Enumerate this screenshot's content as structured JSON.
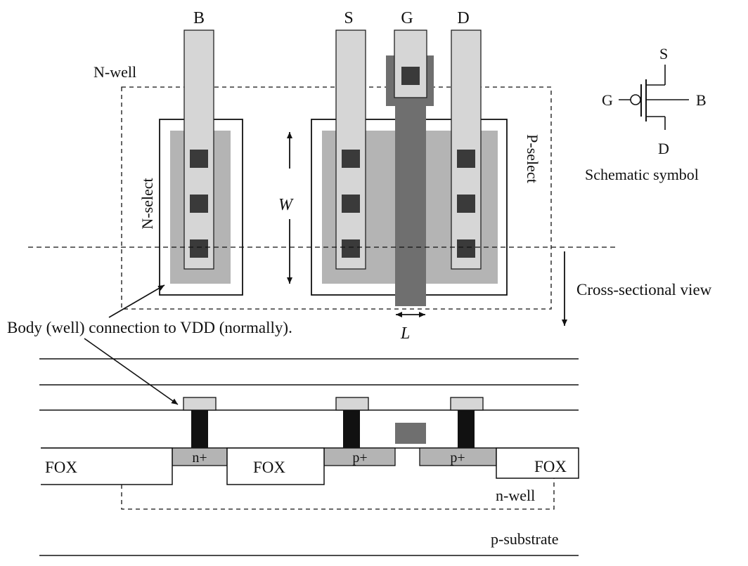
{
  "labels": {
    "nwell_top": "N-well",
    "n_select": "N-select",
    "p_select": "P-select",
    "B": "B",
    "S": "S",
    "G": "G",
    "D": "D",
    "W": "W",
    "L": "L",
    "cross_section": "Cross-sectional view",
    "body_connection": "Body (well) connection to VDD (normally).",
    "fox": "FOX",
    "n_plus": "n+",
    "p_plus": "p+",
    "n_well_bottom": "n-well",
    "p_substrate": "p-substrate"
  },
  "schematic": {
    "S": "S",
    "G": "G",
    "B": "B",
    "D": "D",
    "caption": "Schematic symbol"
  },
  "colors": {
    "metal": "#d6d6d6",
    "active": "#b4b4b4",
    "poly": "#6f6f6f",
    "contact": "#3a3a3a",
    "plug": "#111111",
    "line": "#111111"
  }
}
